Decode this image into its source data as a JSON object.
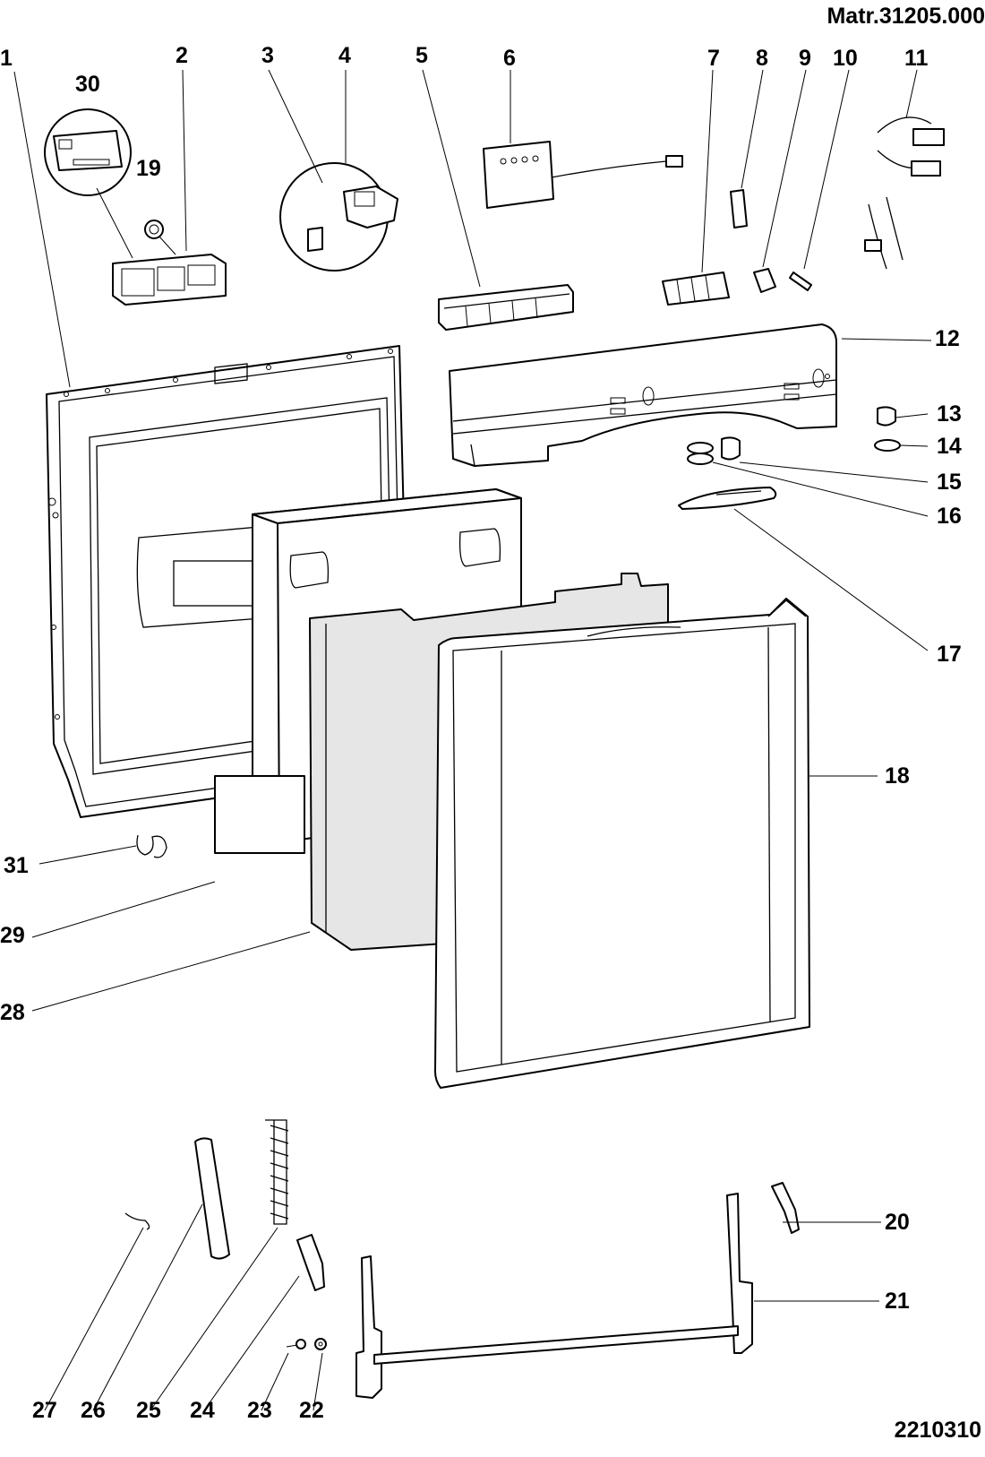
{
  "header": {
    "matr": "Matr.31205.000",
    "drawing_number": "2210310"
  },
  "callouts": [
    "1",
    "2",
    "3",
    "4",
    "5",
    "6",
    "7",
    "8",
    "9",
    "10",
    "11",
    "12",
    "13",
    "14",
    "15",
    "16",
    "17",
    "18",
    "19",
    "20",
    "21",
    "22",
    "23",
    "24",
    "25",
    "26",
    "27",
    "28",
    "29",
    "30",
    "31"
  ]
}
